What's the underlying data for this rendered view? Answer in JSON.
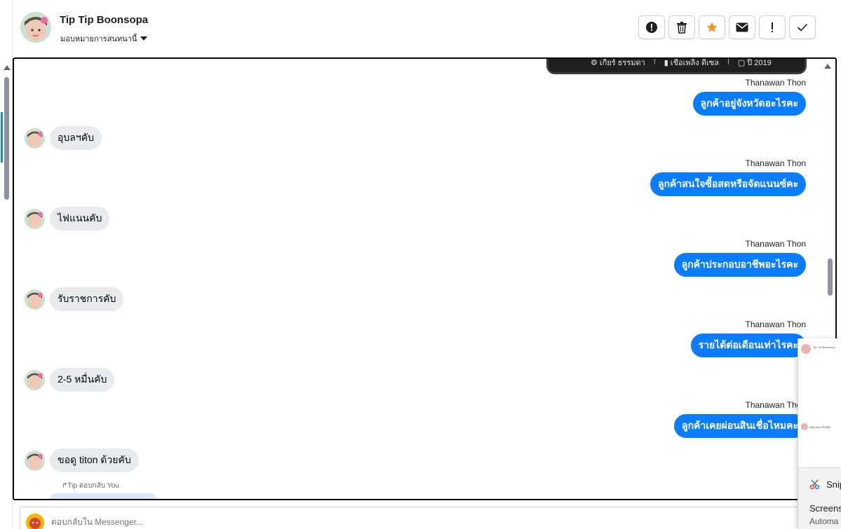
{
  "header": {
    "contact_name": "Tip Tip Boonsopa",
    "assign_label": "มอบหมายการสนทนานี้",
    "actions": [
      "alert-circle-icon",
      "trash-icon",
      "star-icon",
      "envelope-icon",
      "exclamation-icon",
      "check-icon"
    ]
  },
  "info_card": {
    "item1": "เกียร์ ธรรมดา",
    "item2": "เชื้อเพลิง ดีเซล",
    "item3": "ปี 2019"
  },
  "messages": [
    {
      "type": "out",
      "sender": "Thanawan Thon",
      "text": "ลูกค้าอยู่จังหวัดอะไรคะ"
    },
    {
      "type": "in",
      "text": "อุบลฯคับ"
    },
    {
      "type": "out",
      "sender": "Thanawan Thon",
      "text": "ลูกค้าสนใจซื้อสดหรือจัดแนนซ์คะ"
    },
    {
      "type": "in",
      "text": "ไฟแนนคับ"
    },
    {
      "type": "out",
      "sender": "Thanawan Thon",
      "text": "ลูกค้าประกอบอาชีพอะไรคะ"
    },
    {
      "type": "in",
      "text": "รับราชการคับ"
    },
    {
      "type": "out",
      "sender": "Thanawan Thon",
      "text": "รายได้ต่อเดือนเท่าไรคะ"
    },
    {
      "type": "in",
      "text": "2-5 หมื่นคับ"
    },
    {
      "type": "out",
      "sender": "Thanawan Thon",
      "text": "ลูกค้าเคยผ่อนสินเชื่อไหมคะ"
    },
    {
      "type": "in",
      "text": "ขอดู titon ด้วยคับ"
    }
  ],
  "reply_note": "Tip ตอบกลับ You",
  "composer": {
    "placeholder": "ตอบกลับใน Messenger..."
  },
  "snip_panel": {
    "app_name": "Snip",
    "title": "Screens",
    "subtitle": "Automa",
    "thumb1_text": "Tip Tip Boonsopa",
    "thumb2_text": "ขอดู titon ด้วยคับ"
  },
  "colors": {
    "outgoing_bubble": "#0a7cff",
    "incoming_bubble": "#e9eaed",
    "star": "#f7931e"
  }
}
